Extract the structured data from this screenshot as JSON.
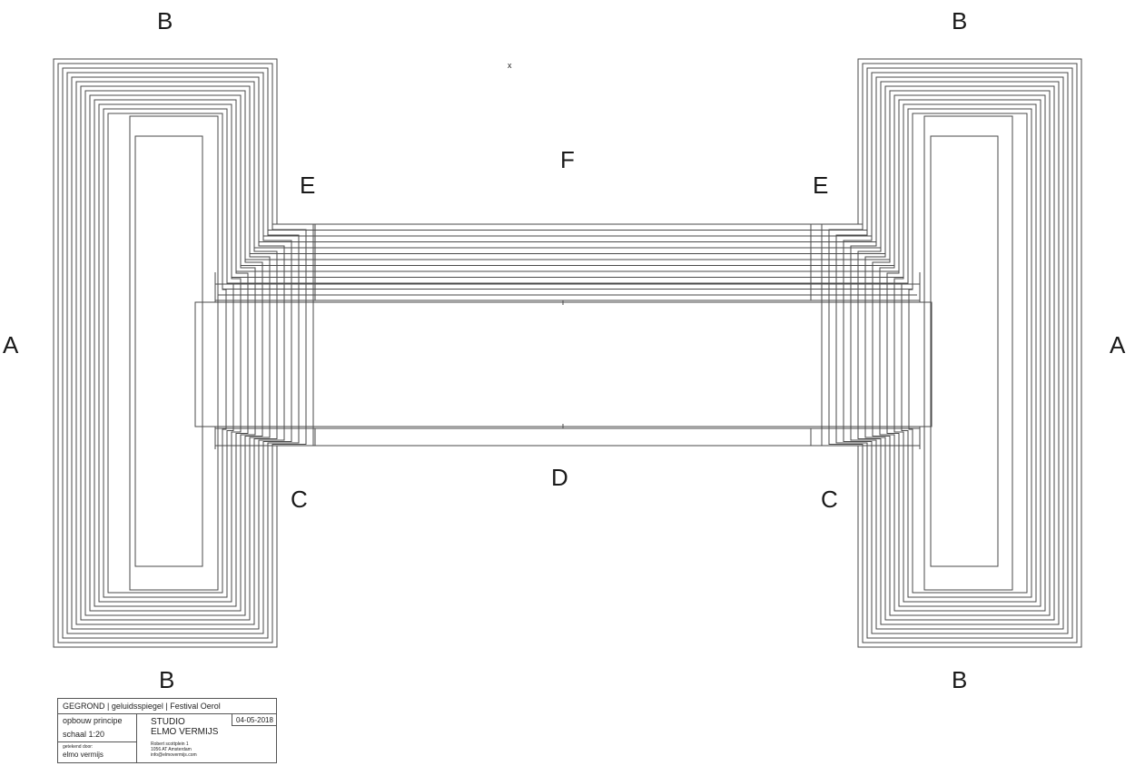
{
  "labels": {
    "a": "A",
    "b": "B",
    "c": "C",
    "d": "D",
    "e": "E",
    "f": "F",
    "x": "x"
  },
  "title_block": {
    "project": "GEGROND | geluidsspiegel | Festival Oerol",
    "sheet": "opbouw principe",
    "scale": "schaal 1:20",
    "drawn_by_label": "getekend door:",
    "drawn_by": "elmo vermijs",
    "studio_line1": "STUDIO",
    "studio_line2": "ELMO VERMIJS",
    "address_line1": "Robert scottplein 1",
    "address_line2": "1056 AT Amsterdam",
    "email": "info@elmovermijs.com",
    "date": "04-05-2018"
  },
  "colors": {
    "line": "#4a4a4a",
    "text": "#1a1a1a",
    "background": "#ffffff"
  }
}
